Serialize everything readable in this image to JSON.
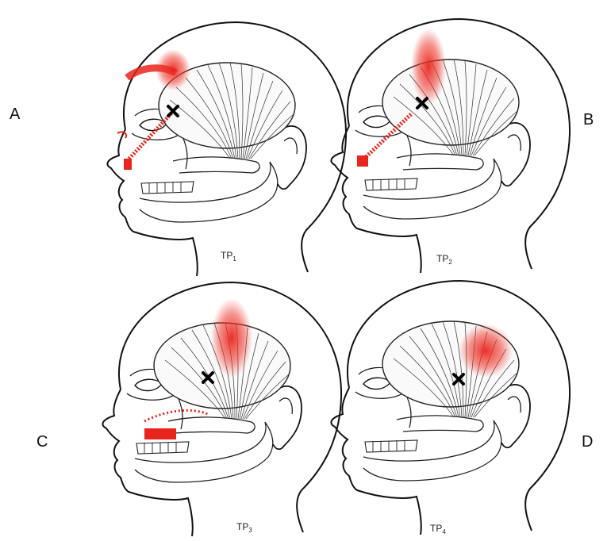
{
  "panels": [
    {
      "letter": "A",
      "label_base": "TP",
      "label_sub": "1"
    },
    {
      "letter": "B",
      "label_base": "TP",
      "label_sub": "2"
    },
    {
      "letter": "C",
      "label_base": "TP",
      "label_sub": "3"
    },
    {
      "letter": "D",
      "label_base": "TP",
      "label_sub": "4"
    }
  ],
  "colors": {
    "pain_referral": "#e8251c",
    "pain_dots": "#d9302a",
    "outline": "#111111",
    "muscle_fibers": "#333333",
    "trigger_point_mark": "#000000"
  },
  "icons": {
    "trigger_point": "x-mark-icon",
    "head": "head-profile-icon"
  }
}
